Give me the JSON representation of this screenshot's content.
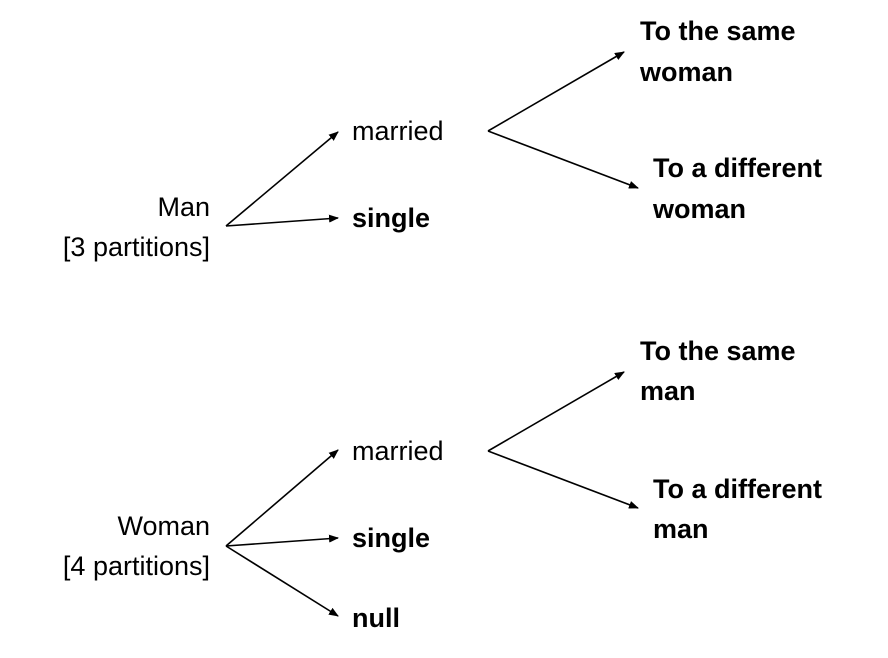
{
  "trees": [
    {
      "root": {
        "name": "Man",
        "note": "[3 partitions]"
      },
      "branches": [
        {
          "label": "married",
          "bold": false
        },
        {
          "label": "single",
          "bold": true
        }
      ],
      "sub_branches": [
        {
          "line1": "To the same",
          "line2": "woman"
        },
        {
          "line1": "To a different",
          "line2": "woman"
        }
      ]
    },
    {
      "root": {
        "name": "Woman",
        "note": "[4 partitions]"
      },
      "branches": [
        {
          "label": "married",
          "bold": false
        },
        {
          "label": "single",
          "bold": true
        },
        {
          "label": "null",
          "bold": true
        }
      ],
      "sub_branches": [
        {
          "line1": "To the same",
          "line2": "man"
        },
        {
          "line1": "To a different",
          "line2": "man"
        }
      ]
    }
  ],
  "colors": {
    "text": "#000000",
    "arrow": "#000000",
    "background": "#ffffff"
  }
}
